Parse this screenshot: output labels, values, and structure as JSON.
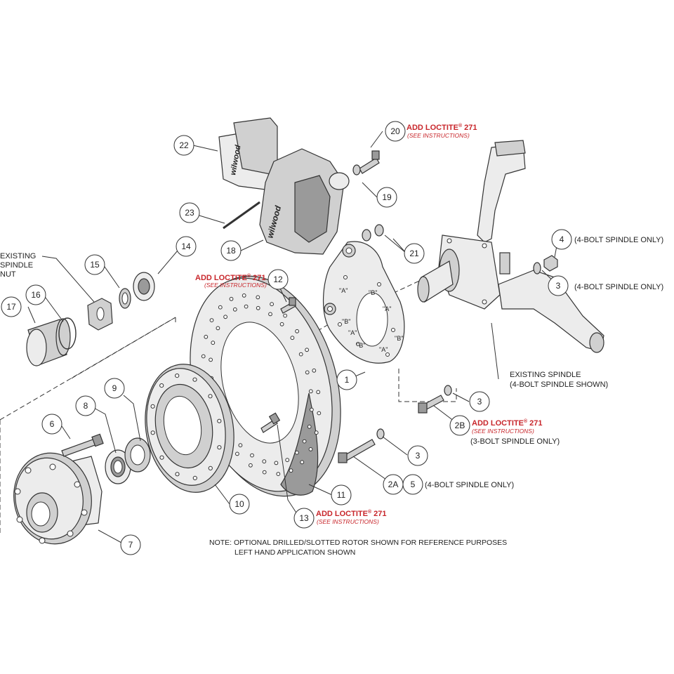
{
  "loctite_prefix": "ADD LOCTITE",
  "loctite_reg": "®",
  "loctite_number": "271",
  "see_instructions": "(SEE INSTRUCTIONS)",
  "labels": {
    "existing_spindle_nut_1": "EXISTING",
    "existing_spindle_nut_2": "SPINDLE",
    "existing_spindle_nut_3": "NUT",
    "existing_spindle_1": "EXISTING SPINDLE",
    "existing_spindle_2": "(4-BOLT SPINDLE SHOWN)",
    "four_bolt_only_4": "(4-BOLT SPINDLE ONLY)",
    "four_bolt_only_3": "(4-BOLT SPINDLE ONLY)",
    "three_bolt_only": "(3-BOLT SPINDLE ONLY)",
    "four_bolt_only_5": "(4-BOLT SPINDLE ONLY)",
    "note_1": "NOTE: OPTIONAL DRILLED/SLOTTED ROTOR SHOWN FOR REFERENCE PURPOSES",
    "note_2": "LEFT HAND APPLICATION SHOWN"
  },
  "bracket_marks": {
    "a": "\"A\"",
    "b": "\"B\""
  },
  "callouts": {
    "c1": "1",
    "c2a": "2A",
    "c2b": "2B",
    "c3a": "3",
    "c3b": "3",
    "c3c": "3",
    "c4": "4",
    "c5": "5",
    "c6": "6",
    "c7": "7",
    "c8": "8",
    "c9": "9",
    "c10": "10",
    "c11": "11",
    "c12": "12",
    "c13": "13",
    "c14": "14",
    "c15": "15",
    "c16": "16",
    "c17": "17",
    "c18": "18",
    "c19": "19",
    "c20": "20",
    "c21": "21",
    "c22": "22",
    "c23": "23"
  },
  "brand_text": "wilwood"
}
